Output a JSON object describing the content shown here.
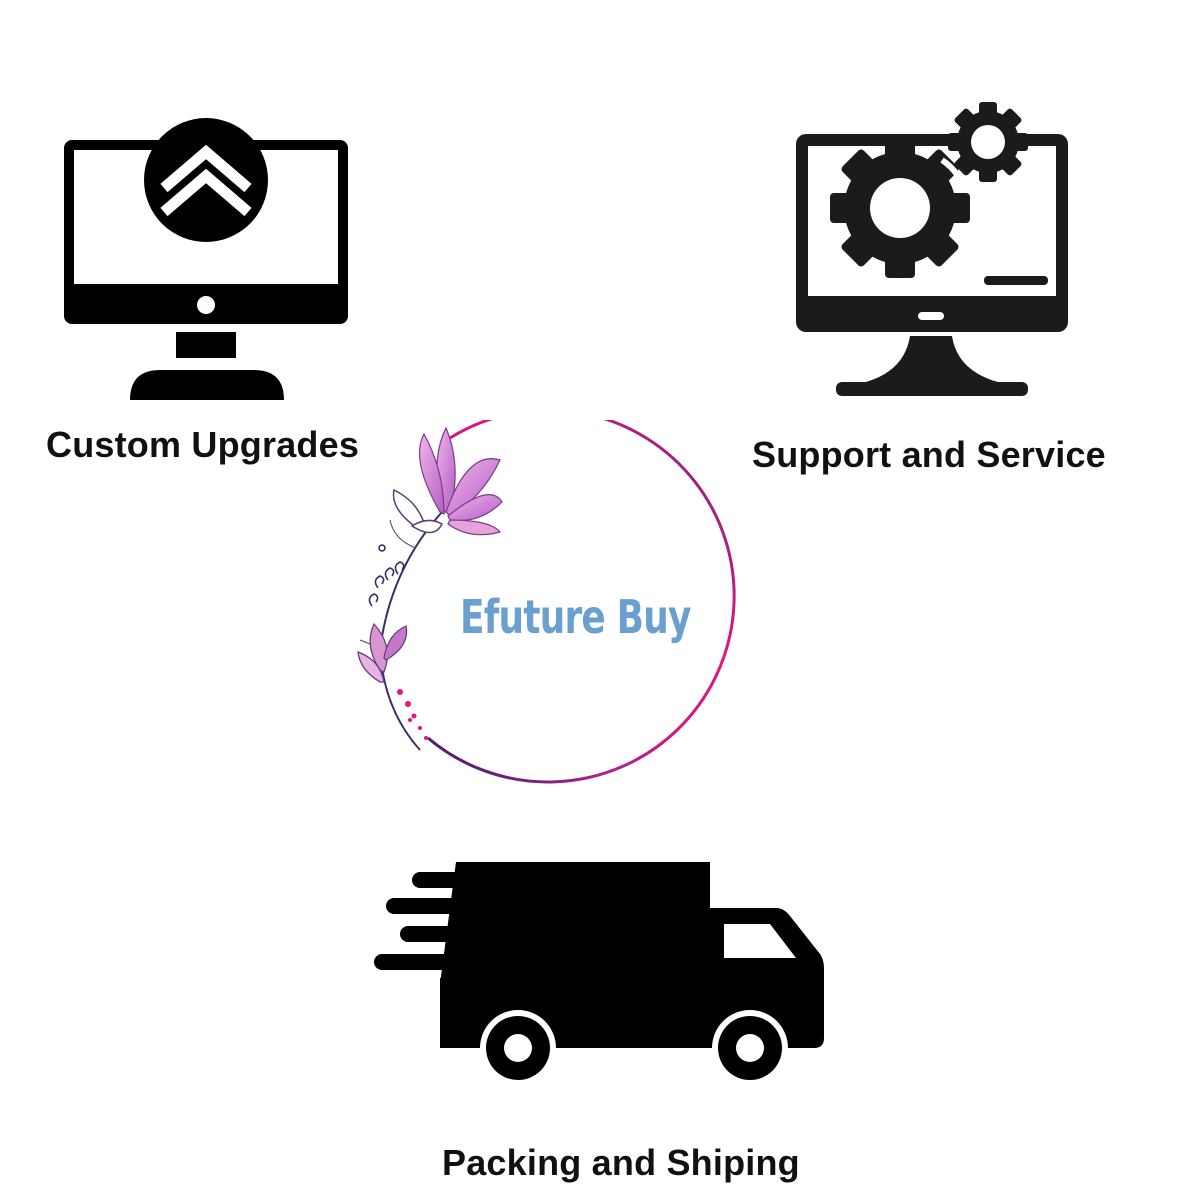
{
  "features": {
    "custom_upgrades": {
      "label": "Custom Upgrades",
      "icon": "monitor-upgrade-icon"
    },
    "support_service": {
      "label": "Support and Service",
      "icon": "monitor-gear-icon"
    },
    "packing_shipping": {
      "label": "Packing and Shiping",
      "icon": "delivery-truck-icon"
    }
  },
  "logo": {
    "text": "Efuture Buy",
    "icon": "floral-ring-logo",
    "colors": {
      "text": "#6a9fd0",
      "ring_start": "#e0177f",
      "ring_end": "#3a1d6e"
    }
  }
}
